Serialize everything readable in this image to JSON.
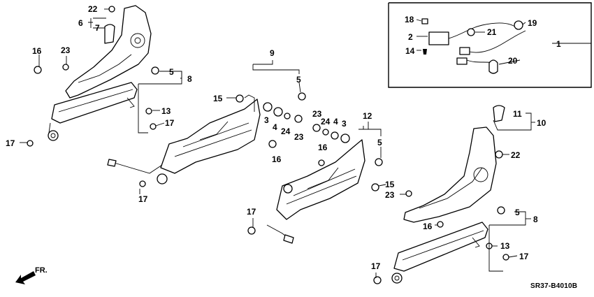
{
  "diagram": {
    "callouts": [
      {
        "id": "c22a",
        "text": "22"
      },
      {
        "id": "c6",
        "text": "6"
      },
      {
        "id": "c7",
        "text": "7"
      },
      {
        "id": "c16a",
        "text": "16"
      },
      {
        "id": "c23a",
        "text": "23"
      },
      {
        "id": "c5a",
        "text": "5"
      },
      {
        "id": "c8a",
        "text": "8"
      },
      {
        "id": "c13a",
        "text": "13"
      },
      {
        "id": "c17a",
        "text": "17"
      },
      {
        "id": "c17b",
        "text": "17"
      },
      {
        "id": "c9",
        "text": "9"
      },
      {
        "id": "c15a",
        "text": "15"
      },
      {
        "id": "c5b",
        "text": "5"
      },
      {
        "id": "c3a",
        "text": "3"
      },
      {
        "id": "c4a",
        "text": "4"
      },
      {
        "id": "c24a",
        "text": "24"
      },
      {
        "id": "c23b",
        "text": "23"
      },
      {
        "id": "c23c",
        "text": "23"
      },
      {
        "id": "c24b",
        "text": "24"
      },
      {
        "id": "c4b",
        "text": "4"
      },
      {
        "id": "c3b",
        "text": "3"
      },
      {
        "id": "c16b",
        "text": "16"
      },
      {
        "id": "c16c",
        "text": "16"
      },
      {
        "id": "c17c",
        "text": "17"
      },
      {
        "id": "c12",
        "text": "12"
      },
      {
        "id": "c5c",
        "text": "5"
      },
      {
        "id": "c15b",
        "text": "15"
      },
      {
        "id": "c23d",
        "text": "23"
      },
      {
        "id": "c17d",
        "text": "17"
      },
      {
        "id": "c11",
        "text": "11"
      },
      {
        "id": "c10",
        "text": "10"
      },
      {
        "id": "c22b",
        "text": "22"
      },
      {
        "id": "c5d",
        "text": "5"
      },
      {
        "id": "c8b",
        "text": "8"
      },
      {
        "id": "c16d",
        "text": "16"
      },
      {
        "id": "c13b",
        "text": "13"
      },
      {
        "id": "c17e",
        "text": "17"
      },
      {
        "id": "c17f",
        "text": "17"
      },
      {
        "id": "c18",
        "text": "18"
      },
      {
        "id": "c2",
        "text": "2"
      },
      {
        "id": "c21",
        "text": "21"
      },
      {
        "id": "c19",
        "text": "19"
      },
      {
        "id": "c1",
        "text": "1"
      },
      {
        "id": "c14",
        "text": "14"
      },
      {
        "id": "c20",
        "text": "20"
      }
    ],
    "direction_label": "FR.",
    "diagram_code": "SR37-B4010B"
  }
}
